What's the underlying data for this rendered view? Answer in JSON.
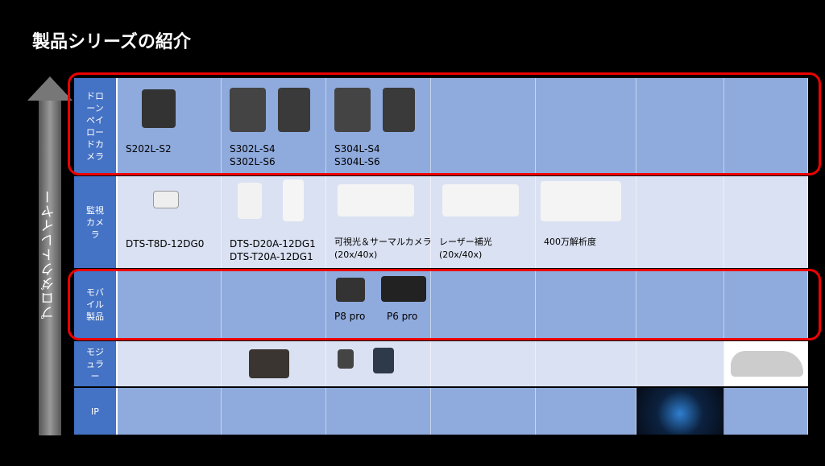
{
  "title": "製品シリーズの紹介",
  "axis_label": "プロダクトレイヤー",
  "rows": [
    {
      "label": "ドローンペイロードカメラ",
      "cells": [
        "S202L-S2",
        "S302L-S4\nS302L-S6",
        "S304L-S4\nS304L-S6"
      ]
    },
    {
      "label": "監視カメラ",
      "cells": [
        "DTS-T8D-12DG0",
        "DTS-D20A-12DG1\nDTS-T20A-12DG1",
        "可視光＆サーマルカメラ\n(20x/40x)",
        "レーザー補光\n(20x/40x)",
        "400万解析度"
      ]
    },
    {
      "label": "モバイル製品",
      "cells": [
        "P8 pro",
        "P6 pro"
      ]
    },
    {
      "label": "モジュラー"
    },
    {
      "label": "IP"
    }
  ]
}
